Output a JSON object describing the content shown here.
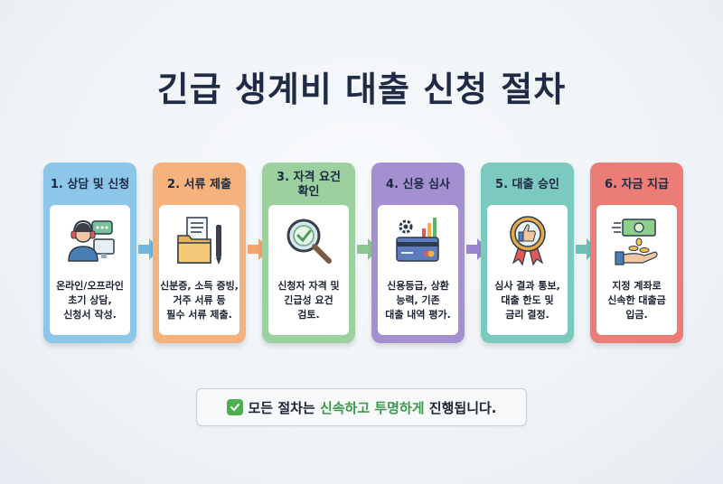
{
  "title": "긴급 생계비 대출 신청 절차",
  "colors": {
    "title": "#1f2a44",
    "step1": "#8cc6e8",
    "step2": "#f6b27d",
    "step3": "#9dd09f",
    "step4": "#a48fd0",
    "step5": "#7cc9c0",
    "step6": "#ec7d76",
    "highlight": "#3a9a47"
  },
  "steps": [
    {
      "label": "1. 상담 및 신청",
      "icon": "headset-agent-icon",
      "desc": "온라인/오프라인\n초기 상담,\n신청서 작성."
    },
    {
      "label": "2. 서류 제출",
      "icon": "document-folder-pen-icon",
      "desc": "신분증, 소득 증빙,\n거주 서류 등\n필수 서류 제출."
    },
    {
      "label": "3. 자격 요건\n확인",
      "icon": "magnifier-check-icon",
      "desc": "신청자 자격 및\n긴급성 요건\n검토."
    },
    {
      "label": "4. 신용 심사",
      "icon": "credit-card-chart-icon",
      "desc": "신용등급, 상환\n능력, 기존\n대출 내역 평가."
    },
    {
      "label": "5. 대출 승인",
      "icon": "thumbs-up-badge-icon",
      "desc": "심사 결과 통보,\n대출 한도 및\n금리 결정."
    },
    {
      "label": "6. 자금 지급",
      "icon": "money-hand-icon",
      "desc": "지정 계좌로\n신속한 대출금\n입금."
    }
  ],
  "note": {
    "icon": "checkbox-icon",
    "prefix": "모든 절차는 ",
    "highlight": "신속하고 투명하게",
    "suffix": " 진행됩니다."
  }
}
